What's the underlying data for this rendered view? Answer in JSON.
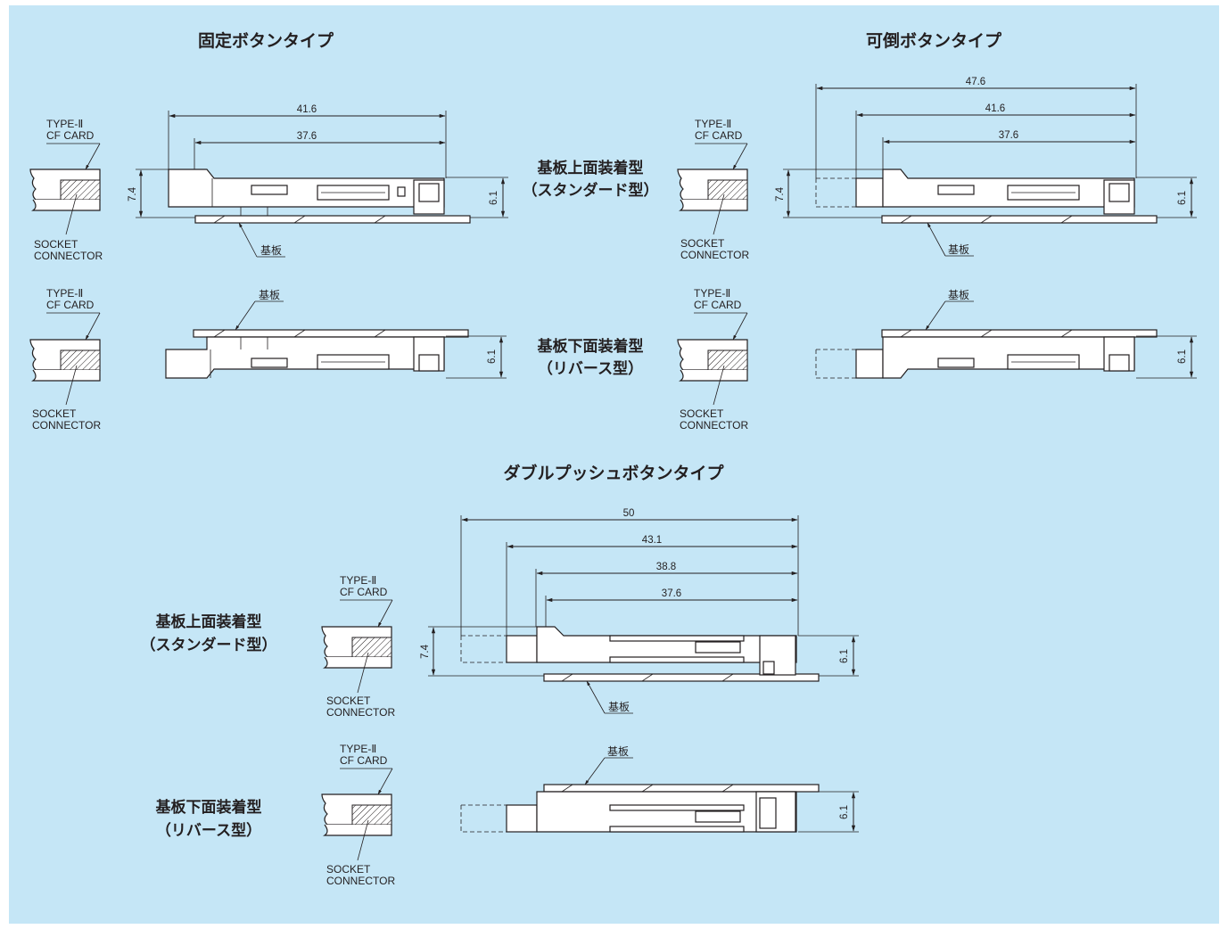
{
  "headings": {
    "fixed": "固定ボタンタイプ",
    "reversible": "可倒ボタンタイプ",
    "double": "ダブルプッシュボタンタイプ"
  },
  "mount": {
    "top_line1": "基板上面装着型",
    "top_line2": "（スタンダード型）",
    "bottom_line1": "基板下面装着型",
    "bottom_line2": "（リバース型）"
  },
  "labels": {
    "card_line1": "TYPE-Ⅱ",
    "card_line2": "CF CARD",
    "socket_line1": "SOCKET",
    "socket_line2": "CONNECTOR",
    "board": "基板"
  },
  "dims": {
    "fixed": {
      "d1": "41.6",
      "d2": "37.6",
      "h_total": "7.4",
      "h_conn": "6.1"
    },
    "reversible": {
      "d1": "47.6",
      "d2": "41.6",
      "d3": "37.6",
      "h_total": "7.4",
      "h_conn": "6.1"
    },
    "double": {
      "d1": "50",
      "d2": "43.1",
      "d3": "38.8",
      "d4": "37.6",
      "h_total": "7.4",
      "h_conn": "6.1"
    }
  },
  "colors": {
    "background": "#c5e6f6",
    "line": "#231f20"
  }
}
